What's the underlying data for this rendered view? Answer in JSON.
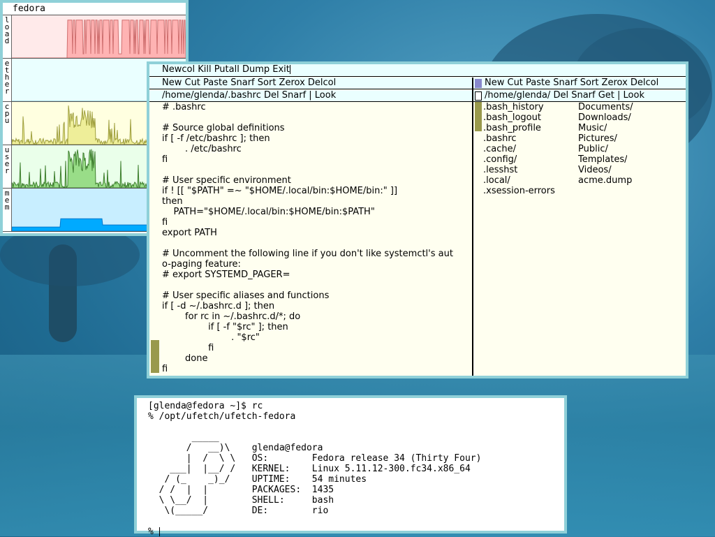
{
  "stats": {
    "hostname": "fedora",
    "graphs": [
      {
        "label": "load",
        "color": "#ffb3b3",
        "line": "#d07070",
        "bg": "#ffeaea"
      },
      {
        "label": "ether",
        "color": "#aaeeff",
        "line": "#60b0c0",
        "bg": "#eaffff"
      },
      {
        "label": "cpu",
        "color": "#eeee99",
        "line": "#a0a040",
        "bg": "#ffffe0"
      },
      {
        "label": "user",
        "color": "#99dd88",
        "line": "#408030",
        "bg": "#eaffea"
      },
      {
        "label": "mem",
        "color": "#00aaff",
        "line": "#0077cc",
        "bg": "#c8eeff"
      }
    ]
  },
  "acme": {
    "main_tag": "Newcol Kill Putall Dump Exit",
    "left_col_tag": "New Cut Paste Snarf Sort Zerox Delcol",
    "right_col_tag": "New Cut Paste Snarf Sort Zerox Delcol",
    "left_win_tag": "/home/glenda/.bashrc Del Snarf | Look",
    "right_win_tag": "/home/glenda/ Del Snarf Get | Look",
    "left_body": "# .bashrc\n\n# Source global definitions\nif [ -f /etc/bashrc ]; then\n        . /etc/bashrc\nfi\n\n# User specific environment\nif ! [[ \"$PATH\" =~ \"$HOME/.local/bin:$HOME/bin:\" ]]\nthen\n    PATH=\"$HOME/.local/bin:$HOME/bin:$PATH\"\nfi\nexport PATH\n\n# Uncomment the following line if you don't like systemctl's aut\no-paging feature:\n# export SYSTEMD_PAGER=\n\n# User specific aliases and functions\nif [ -d ~/.bashrc.d ]; then\n        for rc in ~/.bashrc.d/*; do\n                if [ -f \"$rc\" ]; then\n                        . \"$rc\"\n                fi\n        done\nfi",
    "files_col1": [
      ".bash_history",
      ".bash_logout",
      ".bash_profile",
      ".bashrc",
      ".cache/",
      ".config/",
      ".lesshst",
      ".local/",
      ".xsession-errors"
    ],
    "files_col2": [
      "Documents/",
      "Downloads/",
      "Music/",
      "Pictures/",
      "Public/",
      "Templates/",
      "Videos/",
      "acme.dump"
    ]
  },
  "terminal": {
    "lines": [
      "[glenda@fedora ~]$ rc",
      "% /opt/ufetch/ufetch-fedora",
      "",
      "        _____",
      "       /   __)\\    glenda@fedora",
      "       |  /  \\ \\   OS:        Fedora release 34 (Thirty Four)",
      "    ___|  |__/ /   KERNEL:    Linux 5.11.12-300.fc34.x86_64",
      "   / (_    _)_/    UPTIME:    54 minutes",
      "  / /  |  |        PACKAGES:  1435",
      "  \\ \\__/  |        SHELL:     bash",
      "   \\(_____/        DE:        rio",
      "",
      "% "
    ]
  }
}
